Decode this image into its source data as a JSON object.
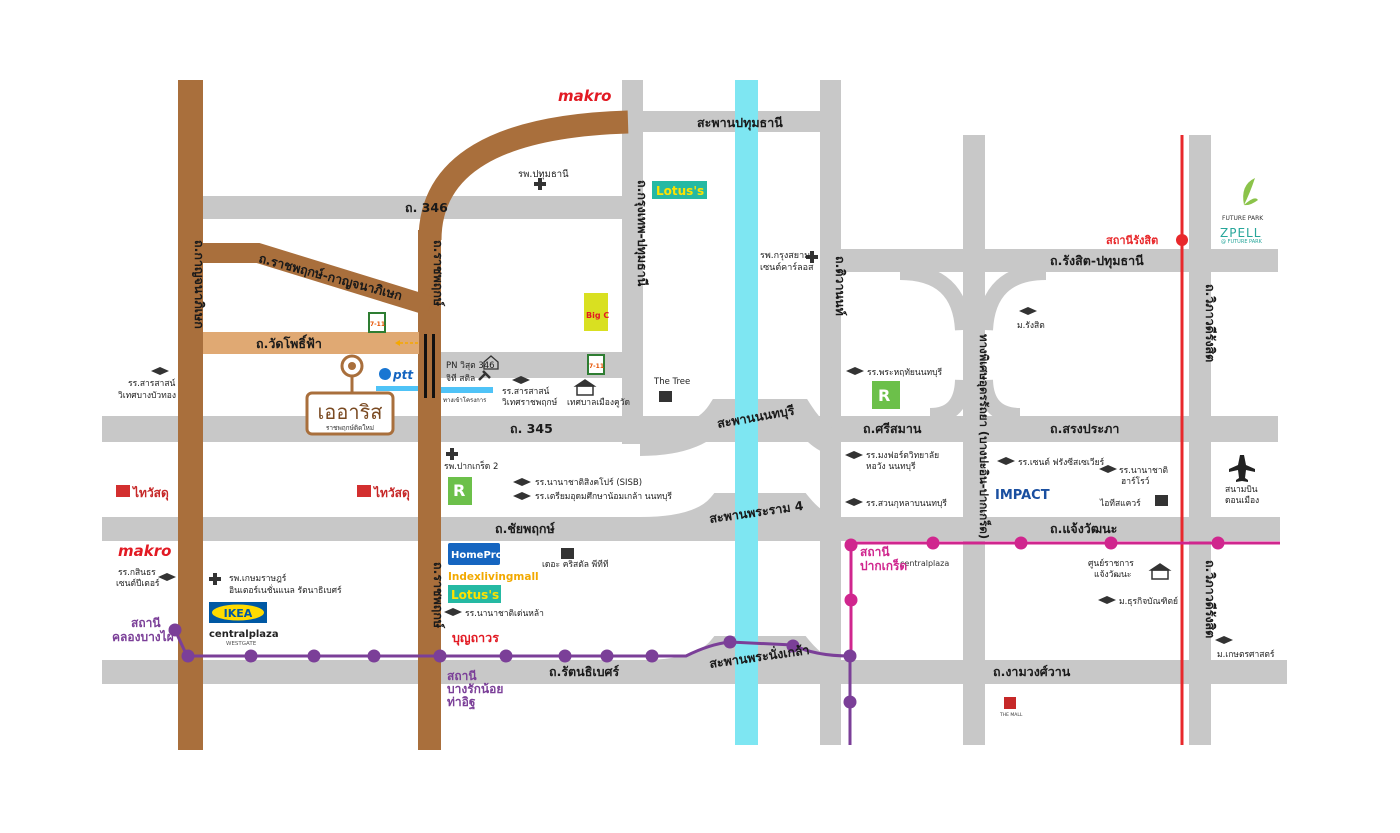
{
  "colors": {
    "road": "#c8c8c8",
    "main_road": "#a96f3c",
    "main_road_light": "#e0a973",
    "river": "#7ee6f2",
    "purple_line": "#7b3f98",
    "pink_line": "#d0268e",
    "red_line": "#e8282b",
    "project_box": "#a96f3c"
  },
  "roads": {
    "kanchana_west": "ถ.กาญจนาภิเษก",
    "ratchaphruek_vertical": "ถ.ราชพฤกษ์",
    "ratchaphruek_kanchana": "ถ.ราชพฤกษ์-กาญจนาภิเษก",
    "wat_phrao": "ถ.วัดโพธิ์ฟ้า",
    "r346": "ถ. 346",
    "r345": "ถ. 345",
    "chaiyaphruek": "ถ.ชัยพฤกษ์",
    "rattanathibet": "ถ.รัตนธิเบศร์",
    "pathum_bridge": "สะพานปทุมธานี",
    "nonthaburi_bridge": "สะพานนนทบุรี",
    "rama4_bridge": "สะพานพระราม 4",
    "nangklao_bridge": "สะพานพระนั่งเกล้า",
    "bangkok_pathum": "ถ.กรุงเทพ-ปทุมธานี",
    "tiwanon": "ถ.ติวานนท์",
    "chaeng_watthana_road": "ถ.แจ้งวัฒนะ",
    "sri_saman": "ถ.ศรีสมาน",
    "songprapa": "ถ.สรงประภา",
    "rangsit_pathum": "ถ.รังสิต-ปทุมธานี",
    "ngamwongwan": "ถ.งามวงศ์วาน",
    "vibhavadi_top": "ถ.วิภาวดีรังสิต",
    "vibhavadi_bottom": "ถ.วิภาวดีรังสิต",
    "expressway": "ทางพิเศษอุดรรัถยา (บางปะอิน-ปากเกร็ด)",
    "ratchaphruek_lower": "ถ.ราชพฤกษ์"
  },
  "stations": {
    "khlong_bang_phai": "สถานี\nคลองบางไผ่",
    "bang_rak_noi": "สถานี\nบางรักน้อย\nท่าอิฐ",
    "pak_kret": "สถานี\nปากเกร็ด",
    "rangsit": "สถานีรังสิต"
  },
  "places": {
    "makro_top": "makro",
    "makro_left": "makro",
    "lotus_top": "Lotus's",
    "lotus_mid": "Lotus's",
    "pathum_hospital": "รพ.ปทุมธานี",
    "krungsiam_hospital": "รพ.กรุงสยาม\nเซนต์คาร์ลอส",
    "the_tree": "The Tree",
    "sarasas": "รร.สารสาสน์\nวิเทศบางบัวทอง",
    "sarasas_ratch": "รร.สารสาสน์\nวิเทศราชพฤกษ์",
    "thaiwatsadu_1": "ไทวัสดุ",
    "thaiwatsadu_2": "ไทวัสดุ",
    "pn_wisut": "PN วิสุต 346",
    "jithi": "จิที สติล",
    "municipality": "เทศบาลเมืองคูวัด",
    "pak_kret_hospital": "รพ.ปากเกร็ด 2",
    "sisb": "รร.นานาชาติสิงคโปร์ (SISB)",
    "triam": "รร.เตรียมอุดมศึกษาน้อมเกล้า นนทบุรี",
    "homepro": "HomePro",
    "index": "Indexlivingmall",
    "crystal": "เดอะ คริสตัล พีทีที",
    "intl_school": "รร.นานาชาติเด่นหล้า",
    "kasemrad": "รพ.เกษมราษฎร์\nอินเตอร์เนชั่นแนล รัตนาธิเบศร์",
    "kasinthorn": "รร.กสินธร\nเซนต์ปีเตอร์",
    "ikea": "IKEA",
    "central_westgate": "centralplaza",
    "westgate": "WESTGATE",
    "boonthavorn": "บุญถาวร",
    "phraharuthai": "รร.พระหฤทัยนนทบุรี",
    "montfort": "รร.มงฟอร์ตวิทยาลัย",
    "suan_kulap": "รร.สวนกุหลาบนนทบุรี",
    "st_francis": "รร.เซนต์ ฟรังซีสเซเวียร์",
    "intl_harrow": "รร.นานาชาติ\nฮาร์โรว์",
    "it_square": "ไอทีสแควร์",
    "impact": "IMPACT",
    "central_plaza_pk": "centralplaza",
    "govt_center": "ศูนย์ราชการ\nแจ้งวัฒนะ",
    "dhurakij": "ม.ธุรกิจบัณฑิตย์",
    "kasetsart": "ม.เกษตรศาสตร์",
    "don_mueang": "สนามบิน\nดอนเมือง",
    "rangsit_uni": "ม.รังสิต",
    "future_park": "FUTURE PARK",
    "zpell": "ZPELL",
    "zpell_sub": "@ FUTURE PARK",
    "the_mall": "THE MALL",
    "ptt": "ptt",
    "bigc": "Big C",
    "seven1": "7-11",
    "seven2": "7-11",
    "robinson1": "R",
    "robinson2": "R",
    "project_name": "เออาริส",
    "project_sub": "ราชพฤกษ์ติดใหม่",
    "entrance_note": "ทางเข้าโครงการ"
  },
  "icons": [
    "graduation-cap-icon",
    "hospital-cross-icon",
    "shopping-bag-icon",
    "government-building-icon",
    "airplane-icon",
    "house-icon",
    "hammer-icon",
    "location-pin-icon"
  ]
}
